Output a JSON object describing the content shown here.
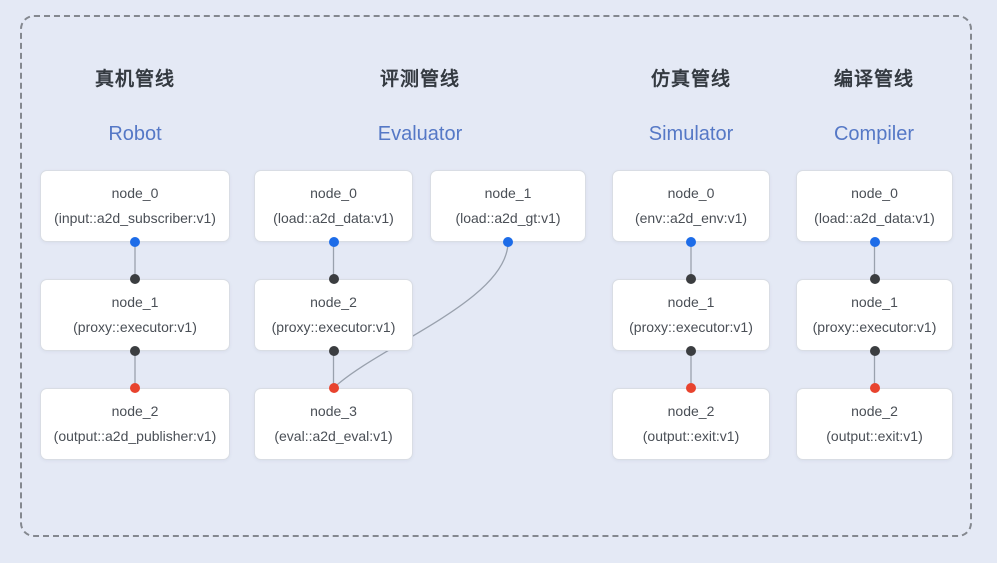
{
  "figure": {
    "description_labels": {
      "port_input": "blue-port-dot",
      "port_mid": "dark-port-dot",
      "port_output": "red-port-dot"
    }
  },
  "colors": {
    "page_bg": "#e4e9f5",
    "frame_border": "#84888f",
    "node_bg": "#ffffff",
    "node_border": "#d9dde4",
    "node_text": "#4a4f56",
    "title_zh": "#343a41",
    "title_en": "#5578c6",
    "dot_blue": "#1d6ce8",
    "dot_dark": "#3b3d40",
    "dot_red": "#e8432e",
    "edge": "#99a1ad"
  },
  "pipelines": [
    {
      "title_zh": "真机管线",
      "title_en": "Robot",
      "nodes": [
        {
          "id": "node_0",
          "detail": "(input::a2d_subscriber:v1)"
        },
        {
          "id": "node_1",
          "detail": "(proxy::executor:v1)"
        },
        {
          "id": "node_2",
          "detail": "(output::a2d_publisher:v1)"
        }
      ]
    },
    {
      "title_zh": "评测管线",
      "title_en": "Evaluator",
      "nodes": [
        {
          "id": "node_0",
          "detail": "(load::a2d_data:v1)"
        },
        {
          "id": "node_1",
          "detail": "(load::a2d_gt:v1)"
        },
        {
          "id": "node_2",
          "detail": "(proxy::executor:v1)"
        },
        {
          "id": "node_3",
          "detail": "(eval::a2d_eval:v1)"
        }
      ]
    },
    {
      "title_zh": "仿真管线",
      "title_en": "Simulator",
      "nodes": [
        {
          "id": "node_0",
          "detail": "(env::a2d_env:v1)"
        },
        {
          "id": "node_1",
          "detail": "(proxy::executor:v1)"
        },
        {
          "id": "node_2",
          "detail": "(output::exit:v1)"
        }
      ]
    },
    {
      "title_zh": "编译管线",
      "title_en": "Compiler",
      "nodes": [
        {
          "id": "node_0",
          "detail": "(load::a2d_data:v1)"
        },
        {
          "id": "node_1",
          "detail": "(proxy::executor:v1)"
        },
        {
          "id": "node_2",
          "detail": "(output::exit:v1)"
        }
      ]
    }
  ]
}
